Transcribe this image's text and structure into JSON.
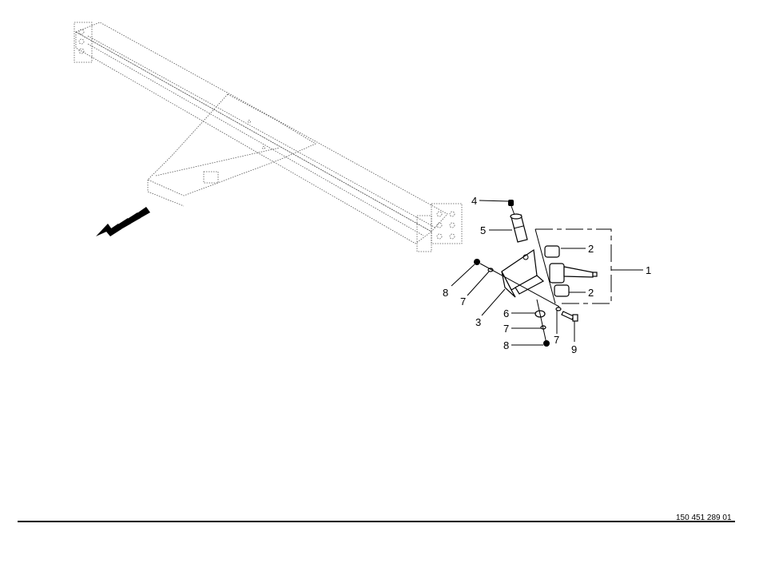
{
  "drawing": {
    "document_number": "150 451 289 01",
    "callouts": {
      "c1": "1",
      "c2a": "2",
      "c2b": "2",
      "c3": "3",
      "c4": "4",
      "c5": "5",
      "c6": "6",
      "c7a": "7",
      "c7b": "7",
      "c7c": "7",
      "c8a": "8",
      "c8b": "8",
      "c9": "9"
    }
  }
}
